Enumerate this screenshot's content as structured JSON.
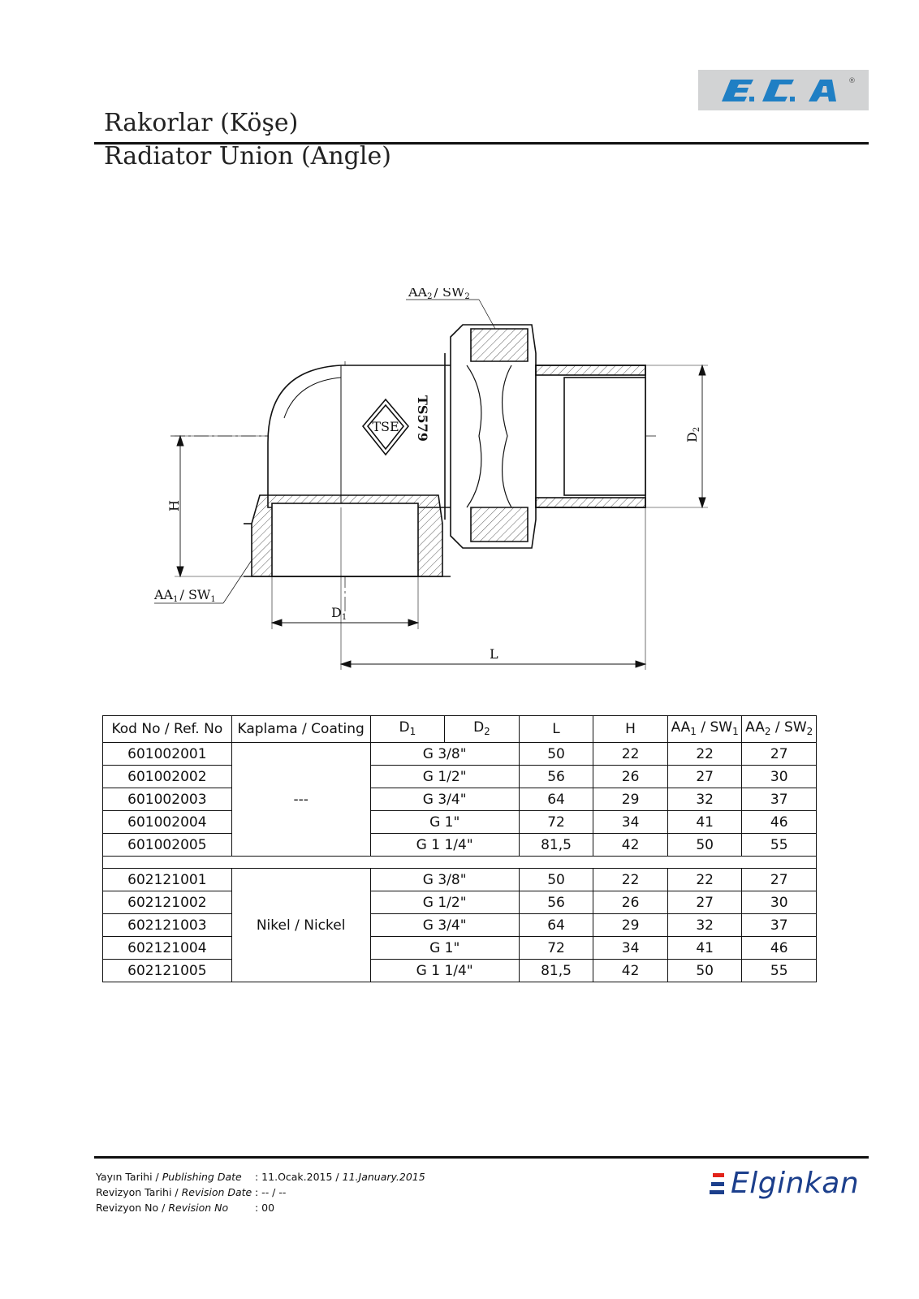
{
  "header": {
    "logo_text": "E.C.A",
    "logo_registered": "®",
    "title_tr": "Rakorlar (Köşe)",
    "title_en": "Radiator Union (Angle)"
  },
  "drawing": {
    "label_aa2": "AA",
    "label_aa2_sub": "2",
    "label_sw2": "/ SW",
    "label_sw2_sub": "2",
    "label_aa1": "AA",
    "label_aa1_sub": "1",
    "label_sw1": "/ SW",
    "label_sw1_sub": "1",
    "label_h": "H",
    "label_d1": "D",
    "label_d1_sub": "1",
    "label_d2": "D",
    "label_d2_sub": "2",
    "label_l": "L",
    "stamp_tse": "TSE",
    "stamp_ts": "TS579"
  },
  "table": {
    "headers": {
      "code": "Kod No / Ref. No",
      "coating": "Kaplama / Coating",
      "d1": "D",
      "d1_sub": "1",
      "d2": "D",
      "d2_sub": "2",
      "l": "L",
      "h": "H",
      "aa1": "AA",
      "aa1_sub": "1",
      "sw1": " / SW",
      "sw1_sub": "1",
      "aa2": "AA",
      "aa2_sub": "2",
      "sw2": " / SW",
      "sw2_sub": "2"
    },
    "group1": {
      "coating": "---",
      "rows": [
        {
          "code": "601002001",
          "d": "G 3/8\"",
          "l": "50",
          "h": "22",
          "aa1": "22",
          "aa2": "27"
        },
        {
          "code": "601002002",
          "d": "G 1/2\"",
          "l": "56",
          "h": "26",
          "aa1": "27",
          "aa2": "30"
        },
        {
          "code": "601002003",
          "d": "G 3/4\"",
          "l": "64",
          "h": "29",
          "aa1": "32",
          "aa2": "37"
        },
        {
          "code": "601002004",
          "d": "G 1\"",
          "l": "72",
          "h": "34",
          "aa1": "41",
          "aa2": "46"
        },
        {
          "code": "601002005",
          "d": "G 1 1/4\"",
          "l": "81,5",
          "h": "42",
          "aa1": "50",
          "aa2": "55"
        }
      ]
    },
    "group2": {
      "coating": "Nikel / Nickel",
      "rows": [
        {
          "code": "602121001",
          "d": "G 3/8\"",
          "l": "50",
          "h": "22",
          "aa1": "22",
          "aa2": "27"
        },
        {
          "code": "602121002",
          "d": "G 1/2\"",
          "l": "56",
          "h": "26",
          "aa1": "27",
          "aa2": "30"
        },
        {
          "code": "602121003",
          "d": "G 3/4\"",
          "l": "64",
          "h": "29",
          "aa1": "32",
          "aa2": "37"
        },
        {
          "code": "602121004",
          "d": "G 1\"",
          "l": "72",
          "h": "34",
          "aa1": "41",
          "aa2": "46"
        },
        {
          "code": "602121005",
          "d": "G 1 1/4\"",
          "l": "81,5",
          "h": "42",
          "aa1": "50",
          "aa2": "55"
        }
      ]
    }
  },
  "footer": {
    "pub_label_tr": "Yayın Tarihi / ",
    "pub_label_en": "Publishing Date",
    "pub_value_tr": ": 11.Ocak.2015 / ",
    "pub_value_en": "11.January.2015",
    "rev_label_tr": "Revizyon Tarihi / ",
    "rev_label_en": "Revision Date",
    "rev_value": ": -- / --",
    "revno_label_tr": "Revizyon No / ",
    "revno_label_en": "Revision No",
    "revno_value": ": 00",
    "brand": "Elginkan",
    "brand_colors": [
      "#e2231a",
      "#1c3f8c",
      "#1c3f8c"
    ]
  },
  "colors": {
    "logo_bg": "#d2d3d4",
    "logo_blue": "#1f7fc4",
    "brand_blue": "#1c3f8c",
    "brand_red": "#e2231a"
  }
}
